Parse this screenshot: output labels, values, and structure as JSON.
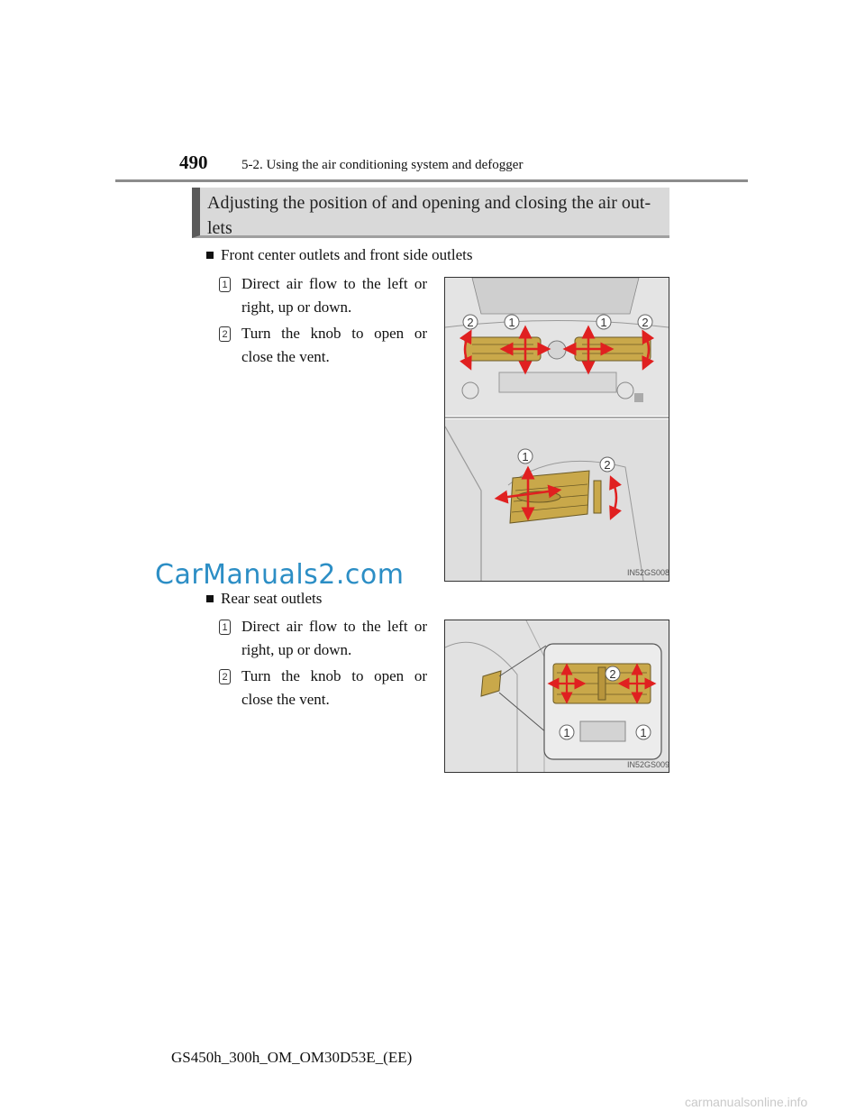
{
  "header": {
    "page_number": "490",
    "section_title": "5-2. Using the air conditioning system and defogger"
  },
  "heading": "Adjusting the position of and opening and closing the air out-lets",
  "front": {
    "subheading": "Front center outlets and front side outlets",
    "steps": [
      {
        "num": "1",
        "text": "Direct air flow to the left or right, up or down."
      },
      {
        "num": "2",
        "text": "Turn the knob to open or close the vent."
      }
    ],
    "figure_code": "IN52GS008",
    "callouts": [
      "2",
      "1",
      "1",
      "2",
      "1",
      "2"
    ]
  },
  "rear": {
    "subheading": "Rear seat outlets",
    "steps": [
      {
        "num": "1",
        "text": "Direct air flow to the left or right, up or down."
      },
      {
        "num": "2",
        "text": "Turn the knob to open or close the vent."
      }
    ],
    "figure_code": "IN52GS009",
    "callouts": [
      "2",
      "1",
      "1"
    ]
  },
  "watermark": "CarManuals2.com",
  "footer": "GS450h_300h_OM_OM30D53E_(EE)",
  "bottom_watermark": "carmanualsonline.info",
  "colors": {
    "arrow": "#e02020",
    "vent": "#c9a84a",
    "heading_bar": "#5a5a5a",
    "watermark": "#2c8ec5"
  }
}
